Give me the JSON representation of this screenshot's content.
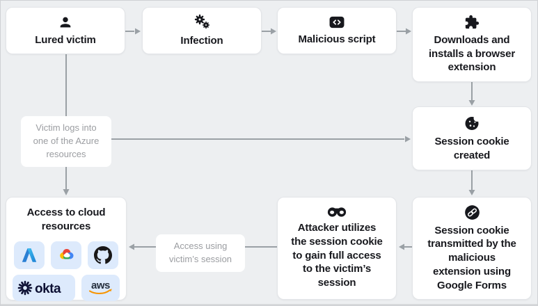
{
  "nodes": {
    "lured_victim": {
      "label": "Lured victim",
      "icon": "person-icon"
    },
    "infection": {
      "label": "Infection",
      "icon": "malware-gears-icon"
    },
    "malicious_script": {
      "label": "Malicious script",
      "icon": "code-icon"
    },
    "browser_extension": {
      "label": "Downloads and\ninstalls a browser\nextension",
      "icon": "puzzle-icon"
    },
    "session_cookie_created": {
      "label": "Session cookie\ncreated",
      "icon": "cookie-icon"
    },
    "cookie_transmitted": {
      "label": "Session cookie\ntransmitted by the\nmalicious\nextension using\nGoogle Forms",
      "icon": "cookie-send-icon"
    },
    "attacker_utilizes": {
      "label": "Attacker utilizes\nthe session cookie\nto gain full access\nto the victim’s\nsession",
      "icon": "mask-icon"
    },
    "cloud_access": {
      "label": "Access to cloud\nresources",
      "providers": [
        "Azure",
        "Google Cloud",
        "GitHub",
        "Okta",
        "AWS"
      ]
    }
  },
  "edge_labels": {
    "victim_logs_in": "Victim logs into\none of the Azure\nresources",
    "access_using_session": "Access using\nvictim’s session"
  },
  "logo_text": {
    "okta": "okta",
    "aws": "aws"
  },
  "colors": {
    "background": "#edeff1",
    "node_bg": "#ffffff",
    "node_border": "#e3e5e8",
    "arrow": "#9aa0a5",
    "title_text": "#17181d",
    "muted_text": "#9b9da1",
    "logo_tile_bg": "#ddeafc",
    "aws_orange": "#f79400",
    "google_blue": "#4285f4",
    "google_red": "#ea4335",
    "google_yellow": "#fbbc05",
    "google_green": "#34a853",
    "azure_blue": "#2a7fd4"
  }
}
